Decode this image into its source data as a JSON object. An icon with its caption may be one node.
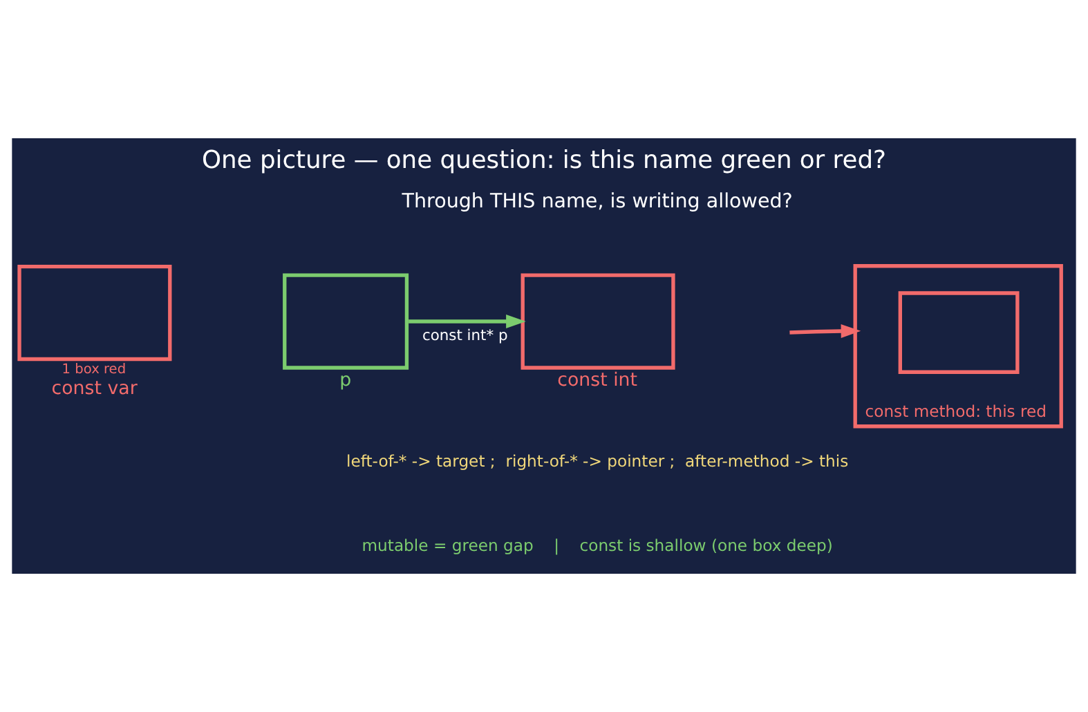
{
  "diagram": {
    "title": "One picture — one question: is this name green or red?",
    "nodes": [
      {
        "text": [
          "const var"
        ],
        "beside": [
          "1 box red"
        ]
      },
      {
        "text": [
          "p"
        ]
      },
      {
        "text": [
          "const int"
        ]
      },
      {
        "text": [
          "const method: this red"
        ]
      },
      {
        "text": [],
        "shape": "box",
        "in": 3
      }
    ],
    "edges": [
      {
        "from": 1,
        "to": 2,
        "arrow": "to",
        "label": "const int* p",
        "color": "#7ccc6e"
      },
      {
        "from": null,
        "to": 3,
        "arrow": "to",
        "color": "#f26b6b"
      }
    ],
    "labels": [
      "Through THIS name, is writing allowed?",
      "left-of-* -> target ;  right-of-* -> pointer ;  after-method -> this",
      "mutable = green gap    |    const is shallow (one box deep)"
    ]
  }
}
